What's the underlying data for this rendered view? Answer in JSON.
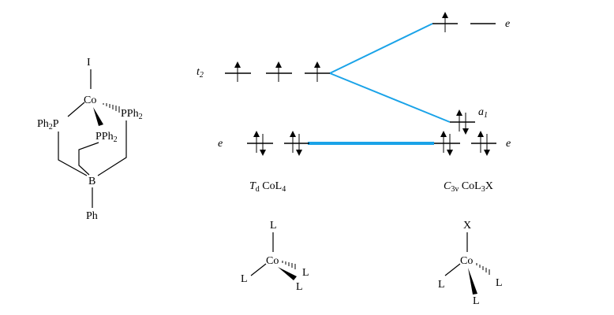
{
  "molecule": {
    "atoms": {
      "iodine": "I",
      "cobalt": "Co",
      "boron": "B",
      "phenyl": "Ph",
      "phos_left_base": "Ph",
      "phos_left_sub": "2",
      "phos_left_tail": "P",
      "phos_right_base": "PPh",
      "phos_right_sub": "2",
      "phos_mid_base": "PPh",
      "phos_mid_sub": "2"
    }
  },
  "mo_diagram": {
    "t2_label": "t",
    "t2_sub": "2",
    "e_left_label": "e",
    "e_top_right_label": "e",
    "a1_label": "a",
    "a1_sub": "1",
    "e_right_label": "e",
    "td_label_T": "T",
    "td_label_d": "d",
    "td_label_rest": "  CoL",
    "td_label_sub": "4",
    "c3v_label_C": "C",
    "c3v_label_sub": "3v",
    "c3v_label_rest": "  CoL",
    "c3v_label_sub2": "3",
    "c3v_label_tail": "X",
    "line_color": "#1aa3e8"
  },
  "td_structure": {
    "top_L": "L",
    "center": "Co",
    "left_L": "L",
    "right_L": "L",
    "bottom_L": "L"
  },
  "c3v_structure": {
    "top_X": "X",
    "center": "Co",
    "left_L": "L",
    "right_L": "L",
    "bottom_L": "L"
  }
}
